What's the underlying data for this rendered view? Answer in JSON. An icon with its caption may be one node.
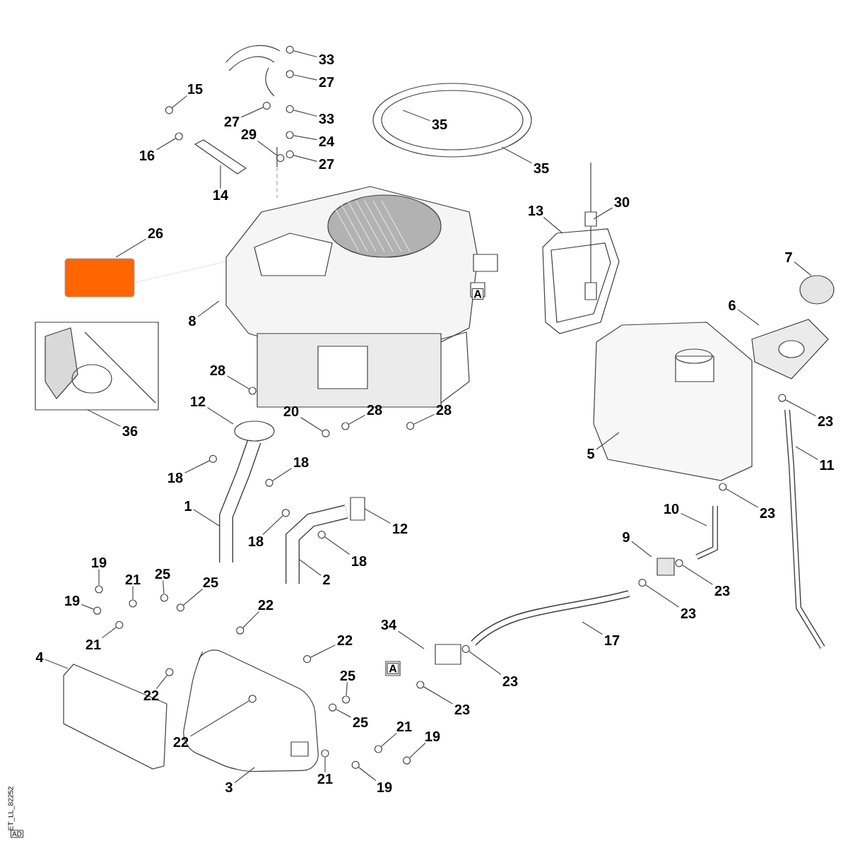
{
  "diagram": {
    "nodes": [
      {
        "text": [
          "33"
        ]
      },
      {
        "text": [
          "27"
        ]
      },
      {
        "text": [
          "15"
        ]
      },
      {
        "text": [
          "27"
        ]
      },
      {
        "text": [
          "33"
        ]
      },
      {
        "text": [
          "29"
        ]
      },
      {
        "text": [
          "24"
        ]
      },
      {
        "text": [
          "27"
        ]
      },
      {
        "text": [
          "16"
        ]
      },
      {
        "text": [
          "14"
        ]
      },
      {
        "text": [
          "35"
        ]
      },
      {
        "text": [
          "35"
        ]
      },
      {
        "text": [
          "26"
        ]
      },
      {
        "text": [
          "30"
        ]
      },
      {
        "text": [
          "13"
        ]
      },
      {
        "text": [
          "7"
        ]
      },
      {
        "text": [
          "8"
        ]
      },
      {
        "text": [
          "6"
        ]
      },
      {
        "text": [
          "28"
        ]
      },
      {
        "text": [
          "12"
        ]
      },
      {
        "text": [
          "20"
        ]
      },
      {
        "text": [
          "28"
        ]
      },
      {
        "text": [
          "28"
        ]
      },
      {
        "text": [
          "36"
        ]
      },
      {
        "text": [
          "23"
        ]
      },
      {
        "text": [
          "5"
        ]
      },
      {
        "text": [
          "11"
        ]
      },
      {
        "text": [
          "18"
        ]
      },
      {
        "text": [
          "18"
        ]
      },
      {
        "text": [
          "1"
        ]
      },
      {
        "text": [
          "12"
        ]
      },
      {
        "text": [
          "10"
        ]
      },
      {
        "text": [
          "23"
        ]
      },
      {
        "text": [
          "18"
        ]
      },
      {
        "text": [
          "18"
        ]
      },
      {
        "text": [
          "9"
        ]
      },
      {
        "text": [
          "2"
        ]
      },
      {
        "text": [
          "23"
        ]
      },
      {
        "text": [
          "23"
        ]
      },
      {
        "text": [
          "19"
        ]
      },
      {
        "text": [
          "21"
        ]
      },
      {
        "text": [
          "25"
        ]
      },
      {
        "text": [
          "25"
        ]
      },
      {
        "text": [
          "19"
        ]
      },
      {
        "text": [
          "21"
        ]
      },
      {
        "text": [
          "22"
        ]
      },
      {
        "text": [
          "17"
        ]
      },
      {
        "text": [
          "34"
        ]
      },
      {
        "text": [
          "22"
        ]
      },
      {
        "text": [
          "4"
        ]
      },
      {
        "text": [
          "22"
        ]
      },
      {
        "text": [
          "23"
        ]
      },
      {
        "text": [
          "25"
        ]
      },
      {
        "text": [
          "23"
        ]
      },
      {
        "text": [
          "25"
        ]
      },
      {
        "text": [
          "22"
        ]
      },
      {
        "text": [
          "21"
        ]
      },
      {
        "text": [
          "19"
        ]
      },
      {
        "text": [
          "21"
        ]
      },
      {
        "text": [
          "19"
        ]
      },
      {
        "text": [
          "3"
        ]
      },
      {
        "text": [],
        "shape": "circle"
      },
      {
        "text": [],
        "shape": "circle"
      },
      {
        "text": [],
        "shape": "circle"
      },
      {
        "text": [],
        "shape": "circle"
      },
      {
        "text": [],
        "shape": "circle"
      },
      {
        "text": [],
        "shape": "circle"
      },
      {
        "text": [],
        "shape": "circle"
      },
      {
        "text": [],
        "shape": "circle"
      },
      {
        "text": [],
        "shape": "circle"
      },
      {
        "text": [],
        "shape": "circle"
      },
      {
        "text": [],
        "shape": "circle"
      },
      {
        "text": [],
        "shape": "circle"
      },
      {
        "text": [],
        "shape": "circle"
      },
      {
        "text": [],
        "shape": "circle"
      },
      {
        "text": [],
        "shape": "circle"
      },
      {
        "text": [],
        "shape": "circle"
      },
      {
        "text": [],
        "shape": "circle"
      },
      {
        "text": [],
        "shape": "circle"
      },
      {
        "text": [],
        "shape": "circle"
      },
      {
        "text": [],
        "shape": "circle"
      },
      {
        "text": [],
        "shape": "circle"
      },
      {
        "text": [],
        "shape": "circle"
      },
      {
        "text": [],
        "shape": "circle"
      },
      {
        "text": [],
        "shape": "circle"
      },
      {
        "text": [],
        "shape": "circle"
      },
      {
        "text": [],
        "shape": "circle"
      },
      {
        "text": [],
        "shape": "circle"
      },
      {
        "text": [],
        "shape": "circle"
      },
      {
        "text": [],
        "shape": "circle"
      },
      {
        "text": [],
        "shape": "circle"
      },
      {
        "text": [],
        "shape": "circle"
      },
      {
        "text": [],
        "shape": "circle"
      },
      {
        "text": [],
        "shape": "circle"
      },
      {
        "text": [],
        "shape": "circle"
      },
      {
        "text": [],
        "shape": "circle"
      },
      {
        "text": [],
        "shape": "circle"
      },
      {
        "text": [],
        "shape": "circle"
      },
      {
        "text": [],
        "shape": "circle"
      },
      {
        "text": [],
        "shape": "circle"
      }
    ],
    "edges": [
      {
        "from": 0,
        "to": 61,
        "arrow": "none"
      },
      {
        "from": 1,
        "to": 62,
        "arrow": "none"
      },
      {
        "from": 2,
        "to": 63,
        "arrow": "none"
      },
      {
        "from": 3,
        "to": 64,
        "arrow": "none"
      },
      {
        "from": 4,
        "to": 65,
        "arrow": "none"
      },
      {
        "from": 5,
        "to": 66,
        "arrow": "none"
      },
      {
        "from": 6,
        "to": 67,
        "arrow": "none"
      },
      {
        "from": 7,
        "to": 68,
        "arrow": "none"
      },
      {
        "from": 8,
        "to": 69,
        "arrow": "none"
      },
      {
        "from": 9,
        "to": null,
        "arrow": "none"
      },
      {
        "from": 10,
        "to": null,
        "arrow": "none"
      },
      {
        "from": 11,
        "to": null,
        "arrow": "none"
      },
      {
        "from": 12,
        "to": null,
        "arrow": "none"
      },
      {
        "from": 13,
        "to": null,
        "arrow": "none"
      },
      {
        "from": 14,
        "to": null,
        "arrow": "none"
      },
      {
        "from": 15,
        "to": null,
        "arrow": "none"
      },
      {
        "from": 16,
        "to": null,
        "arrow": "none"
      },
      {
        "from": 17,
        "to": null,
        "arrow": "none"
      },
      {
        "from": 18,
        "to": 70,
        "arrow": "none"
      },
      {
        "from": 19,
        "to": null,
        "arrow": "none"
      },
      {
        "from": 20,
        "to": 71,
        "arrow": "none"
      },
      {
        "from": 21,
        "to": 72,
        "arrow": "none"
      },
      {
        "from": 22,
        "to": 73,
        "arrow": "none"
      },
      {
        "from": 23,
        "to": null,
        "arrow": "none"
      },
      {
        "from": 24,
        "to": 74,
        "arrow": "none"
      },
      {
        "from": 25,
        "to": null,
        "arrow": "none"
      },
      {
        "from": 26,
        "to": null,
        "arrow": "none"
      },
      {
        "from": 27,
        "to": 75,
        "arrow": "none"
      },
      {
        "from": 28,
        "to": 76,
        "arrow": "none"
      },
      {
        "from": 29,
        "to": null,
        "arrow": "none"
      },
      {
        "from": 30,
        "to": null,
        "arrow": "none"
      },
      {
        "from": 31,
        "to": null,
        "arrow": "none"
      },
      {
        "from": 32,
        "to": 77,
        "arrow": "none"
      },
      {
        "from": 33,
        "to": 78,
        "arrow": "none"
      },
      {
        "from": 34,
        "to": 79,
        "arrow": "none"
      },
      {
        "from": 35,
        "to": null,
        "arrow": "none"
      },
      {
        "from": 36,
        "to": null,
        "arrow": "none"
      },
      {
        "from": 37,
        "to": 80,
        "arrow": "none"
      },
      {
        "from": 38,
        "to": 81,
        "arrow": "none"
      },
      {
        "from": 39,
        "to": 82,
        "arrow": "none"
      },
      {
        "from": 40,
        "to": 83,
        "arrow": "none"
      },
      {
        "from": 41,
        "to": 84,
        "arrow": "none"
      },
      {
        "from": 42,
        "to": 85,
        "arrow": "none"
      },
      {
        "from": 43,
        "to": 86,
        "arrow": "none"
      },
      {
        "from": 44,
        "to": 87,
        "arrow": "none"
      },
      {
        "from": 45,
        "to": 88,
        "arrow": "none"
      },
      {
        "from": 46,
        "to": null,
        "arrow": "none"
      },
      {
        "from": 47,
        "to": null,
        "arrow": "none"
      },
      {
        "from": 48,
        "to": 89,
        "arrow": "none"
      },
      {
        "from": 49,
        "to": null,
        "arrow": "none"
      },
      {
        "from": 50,
        "to": 90,
        "arrow": "none"
      },
      {
        "from": 51,
        "to": 91,
        "arrow": "none"
      },
      {
        "from": 52,
        "to": 92,
        "arrow": "none"
      },
      {
        "from": 53,
        "to": 93,
        "arrow": "none"
      },
      {
        "from": 54,
        "to": 94,
        "arrow": "none"
      },
      {
        "from": 55,
        "to": 95,
        "arrow": "none"
      },
      {
        "from": 56,
        "to": 96,
        "arrow": "none"
      },
      {
        "from": 57,
        "to": 97,
        "arrow": "none"
      },
      {
        "from": 58,
        "to": 98,
        "arrow": "none"
      },
      {
        "from": 59,
        "to": 99,
        "arrow": "none"
      },
      {
        "from": 60,
        "to": null,
        "arrow": "none"
      }
    ],
    "labels": [
      "A",
      "A",
      "ET_LL_82252",
      "AD"
    ]
  }
}
